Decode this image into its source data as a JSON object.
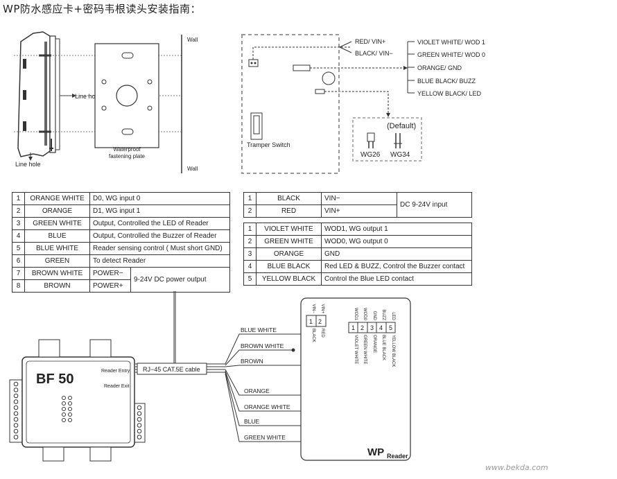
{
  "title": "WP防水感应卡+密码韦根读头安装指南：",
  "mounting": {
    "wall_top": "Wall",
    "wall_bottom": "Wall",
    "line_hole_1": "Line hole",
    "line_hole_2": "Line hole",
    "plate_caption_1": "Waterproof",
    "plate_caption_2": "fastening plate"
  },
  "board": {
    "red_label": "RED/ VIN+",
    "black_label": "BLACK/ VIN−",
    "tamper_label": "Tramper Switch",
    "default_label": "(Default)",
    "wg26": "WG26",
    "wg34": "WG34",
    "outputs": [
      "VIOLET WHITE/ WOD 1",
      "GREEN WHITE/ WOD 0",
      "ORANGE/ GND",
      "BLUE BLACK/ BUZZ",
      "YELLOW BLACK/ LED"
    ]
  },
  "table_left": [
    {
      "n": "1",
      "color": "ORANGE WHITE",
      "desc": "D0, WG input 0"
    },
    {
      "n": "2",
      "color": "ORANGE",
      "desc": "D1, WG input 1"
    },
    {
      "n": "3",
      "color": "GREEN WHITE",
      "desc": "Output, Controlled the LED of Reader"
    },
    {
      "n": "4",
      "color": "BLUE",
      "desc": "Output, Controlled the Buzzer of Reader"
    },
    {
      "n": "5",
      "color": "BLUE WHITE",
      "desc": "Reader sensing control ( Must short GND)"
    },
    {
      "n": "6",
      "color": "GREEN",
      "desc": "To detect Reader"
    },
    {
      "n": "7",
      "color": "BROWN WHITE",
      "desc": "POWER−"
    },
    {
      "n": "8",
      "color": "BROWN",
      "desc": "POWER+"
    }
  ],
  "power_output": "9-24V DC power output",
  "table_power": [
    {
      "n": "1",
      "color": "BLACK",
      "desc": "VIN−"
    },
    {
      "n": "2",
      "color": "RED",
      "desc": "VIN+"
    }
  ],
  "dc_input": "DC 9-24V input",
  "table_right": [
    {
      "n": "1",
      "color": "VIOLET WHITE",
      "desc": "WOD1, WG output 1"
    },
    {
      "n": "2",
      "color": "GREEN WHITE",
      "desc": "WOD0, WG output 0"
    },
    {
      "n": "3",
      "color": "ORANGE",
      "desc": "GND"
    },
    {
      "n": "4",
      "color": "BLUE BLACK",
      "desc": "Red LED & BUZZ, Control the Buzzer contact"
    },
    {
      "n": "5",
      "color": "YELLOW BLACK",
      "desc": "Control the Blue LED contact"
    }
  ],
  "bf50": {
    "name": "BF 50",
    "reader_entry": "Reader Entry",
    "reader_exit": "Reader Exit",
    "cable": "RJ−45 CAT.5E cable"
  },
  "wires": [
    "BLUE WHITE",
    "BROWN WHITE",
    "BROWN",
    "ORANGE",
    "ORANGE WHITE",
    "BLUE",
    "GREEN WHITE"
  ],
  "reader": {
    "logo": "WP",
    "logo_sub": "Reader",
    "power_pins": [
      "1",
      "2"
    ],
    "power_top": [
      "VIN−",
      "VIN+"
    ],
    "power_bottom": [
      "BLACK",
      "RED"
    ],
    "out_pins": [
      "1",
      "2",
      "3",
      "4",
      "5"
    ],
    "out_top": [
      "WOD1",
      "WOD0",
      "GND",
      "BUZZ",
      "LED"
    ],
    "out_bottom": [
      "VIOLET WHITE",
      "GREEN WHITE",
      "ORANGE",
      "BLUE BLACK",
      "YELLOW BLACK"
    ]
  },
  "watermark": "www.bekda.com"
}
